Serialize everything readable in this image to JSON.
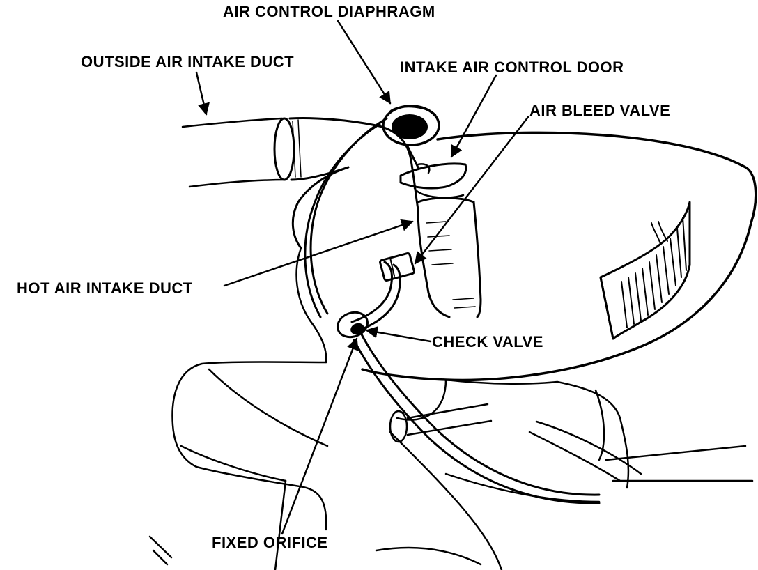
{
  "colors": {
    "ink": "#000000",
    "paper": "#ffffff"
  },
  "labels": {
    "air_control_diaphragm": "AIR CONTROL DIAPHRAGM",
    "outside_air_intake_duct": "OUTSIDE AIR INTAKE DUCT",
    "intake_air_control_door": "INTAKE AIR CONTROL DOOR",
    "air_bleed_valve": "AIR BLEED VALVE",
    "hot_air_intake_duct": "HOT AIR INTAKE DUCT",
    "check_valve": "CHECK VALVE",
    "fixed_orifice": "FIXED ORIFICE"
  }
}
